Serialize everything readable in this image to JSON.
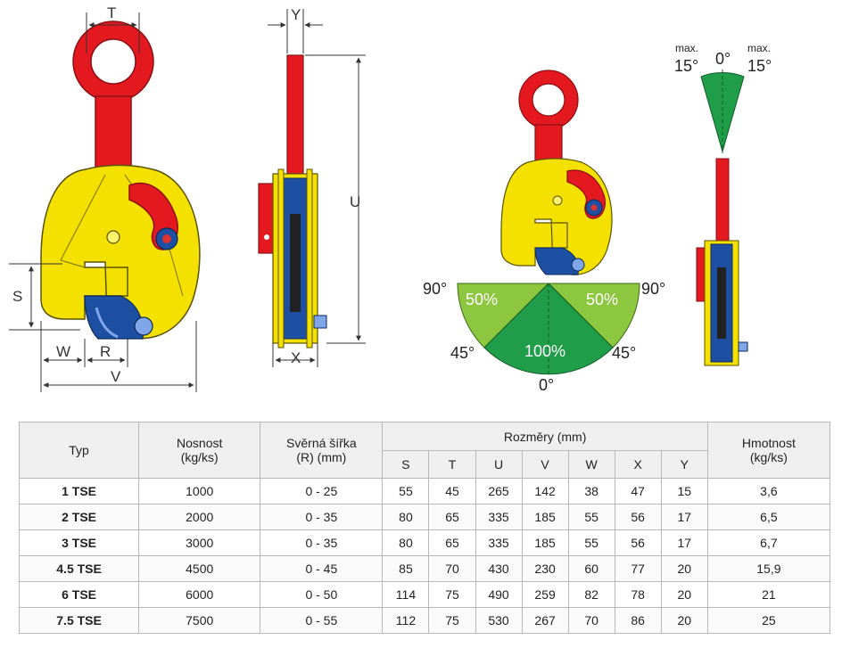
{
  "drawing_labels": {
    "T": "T",
    "Y": "Y",
    "U": "U",
    "S": "S",
    "W": "W",
    "R": "R",
    "V": "V",
    "X": "X",
    "max_left": "max.",
    "max_right": "max.",
    "deg15_left": "15°",
    "deg0_top": "0°",
    "deg15_right": "15°",
    "deg90_left": "90°",
    "deg90_right": "90°",
    "pct50_left": "50%",
    "pct50_right": "50%",
    "pct100": "100%",
    "deg45_left": "45°",
    "deg45_right": "45°",
    "deg0_bottom": "0°"
  },
  "colors": {
    "yellow": "#f5e100",
    "red": "#e3191f",
    "blue": "#1d4fa3",
    "green_dark": "#1f9d48",
    "green_light": "#8dc63f",
    "outline": "#333333"
  },
  "table": {
    "headers": {
      "typ": "Typ",
      "nosnost": "Nosnost\n(kg/ks)",
      "sverna": "Svěrná šířka\n(R) (mm)",
      "rozmery": "Rozměry (mm)",
      "hmotnost": "Hmotnost\n(kg/ks)",
      "dims": [
        "S",
        "T",
        "U",
        "V",
        "W",
        "X",
        "Y"
      ]
    },
    "rows": [
      {
        "typ": "1 TSE",
        "nosnost": "1000",
        "sverna": "0 - 25",
        "dims": [
          "55",
          "45",
          "265",
          "142",
          "38",
          "47",
          "15"
        ],
        "hmotnost": "3,6"
      },
      {
        "typ": "2 TSE",
        "nosnost": "2000",
        "sverna": "0 - 35",
        "dims": [
          "80",
          "65",
          "335",
          "185",
          "55",
          "56",
          "17"
        ],
        "hmotnost": "6,5"
      },
      {
        "typ": "3 TSE",
        "nosnost": "3000",
        "sverna": "0 - 35",
        "dims": [
          "80",
          "65",
          "335",
          "185",
          "55",
          "56",
          "17"
        ],
        "hmotnost": "6,7"
      },
      {
        "typ": "4.5 TSE",
        "nosnost": "4500",
        "sverna": "0 - 45",
        "dims": [
          "85",
          "70",
          "430",
          "230",
          "60",
          "77",
          "20"
        ],
        "hmotnost": "15,9"
      },
      {
        "typ": "6 TSE",
        "nosnost": "6000",
        "sverna": "0 - 50",
        "dims": [
          "114",
          "75",
          "490",
          "259",
          "82",
          "78",
          "20"
        ],
        "hmotnost": "21"
      },
      {
        "typ": "7.5 TSE",
        "nosnost": "7500",
        "sverna": "0 - 55",
        "dims": [
          "112",
          "75",
          "530",
          "267",
          "70",
          "86",
          "20"
        ],
        "hmotnost": "25"
      }
    ]
  }
}
